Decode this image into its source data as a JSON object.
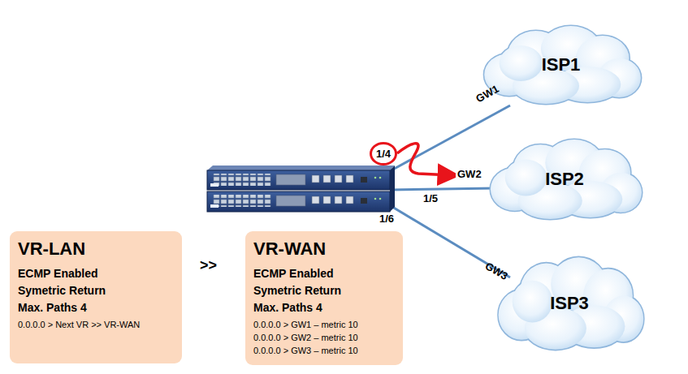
{
  "diagram": {
    "nodes": [
      {
        "text": [
          "ISP1"
        ]
      },
      {
        "text": [
          "1/4"
        ]
      },
      {
        "text": [
          "ISP2"
        ]
      },
      {
        "text": [
          "ISP3"
        ]
      },
      {
        "text": [
          "VR-LAN",
          "ECMP Enabled",
          "Symetric Return",
          "Max. Paths 4",
          "0.0.0.0 > Next VR >> VR-WAN"
        ]
      },
      {
        "text": [
          "VR-WAN",
          "ECMP Enabled",
          "Symetric Return",
          "Max. Paths 4",
          "0.0.0.0 > GW1 – metric 10",
          "0.0.0.0 > GW2 – metric 10",
          "0.0.0.0 > GW3 – metric 10"
        ]
      }
    ],
    "labels": [
      "GW1",
      "GW2",
      "1/5",
      "1/6",
      "GW3",
      ">>"
    ]
  }
}
